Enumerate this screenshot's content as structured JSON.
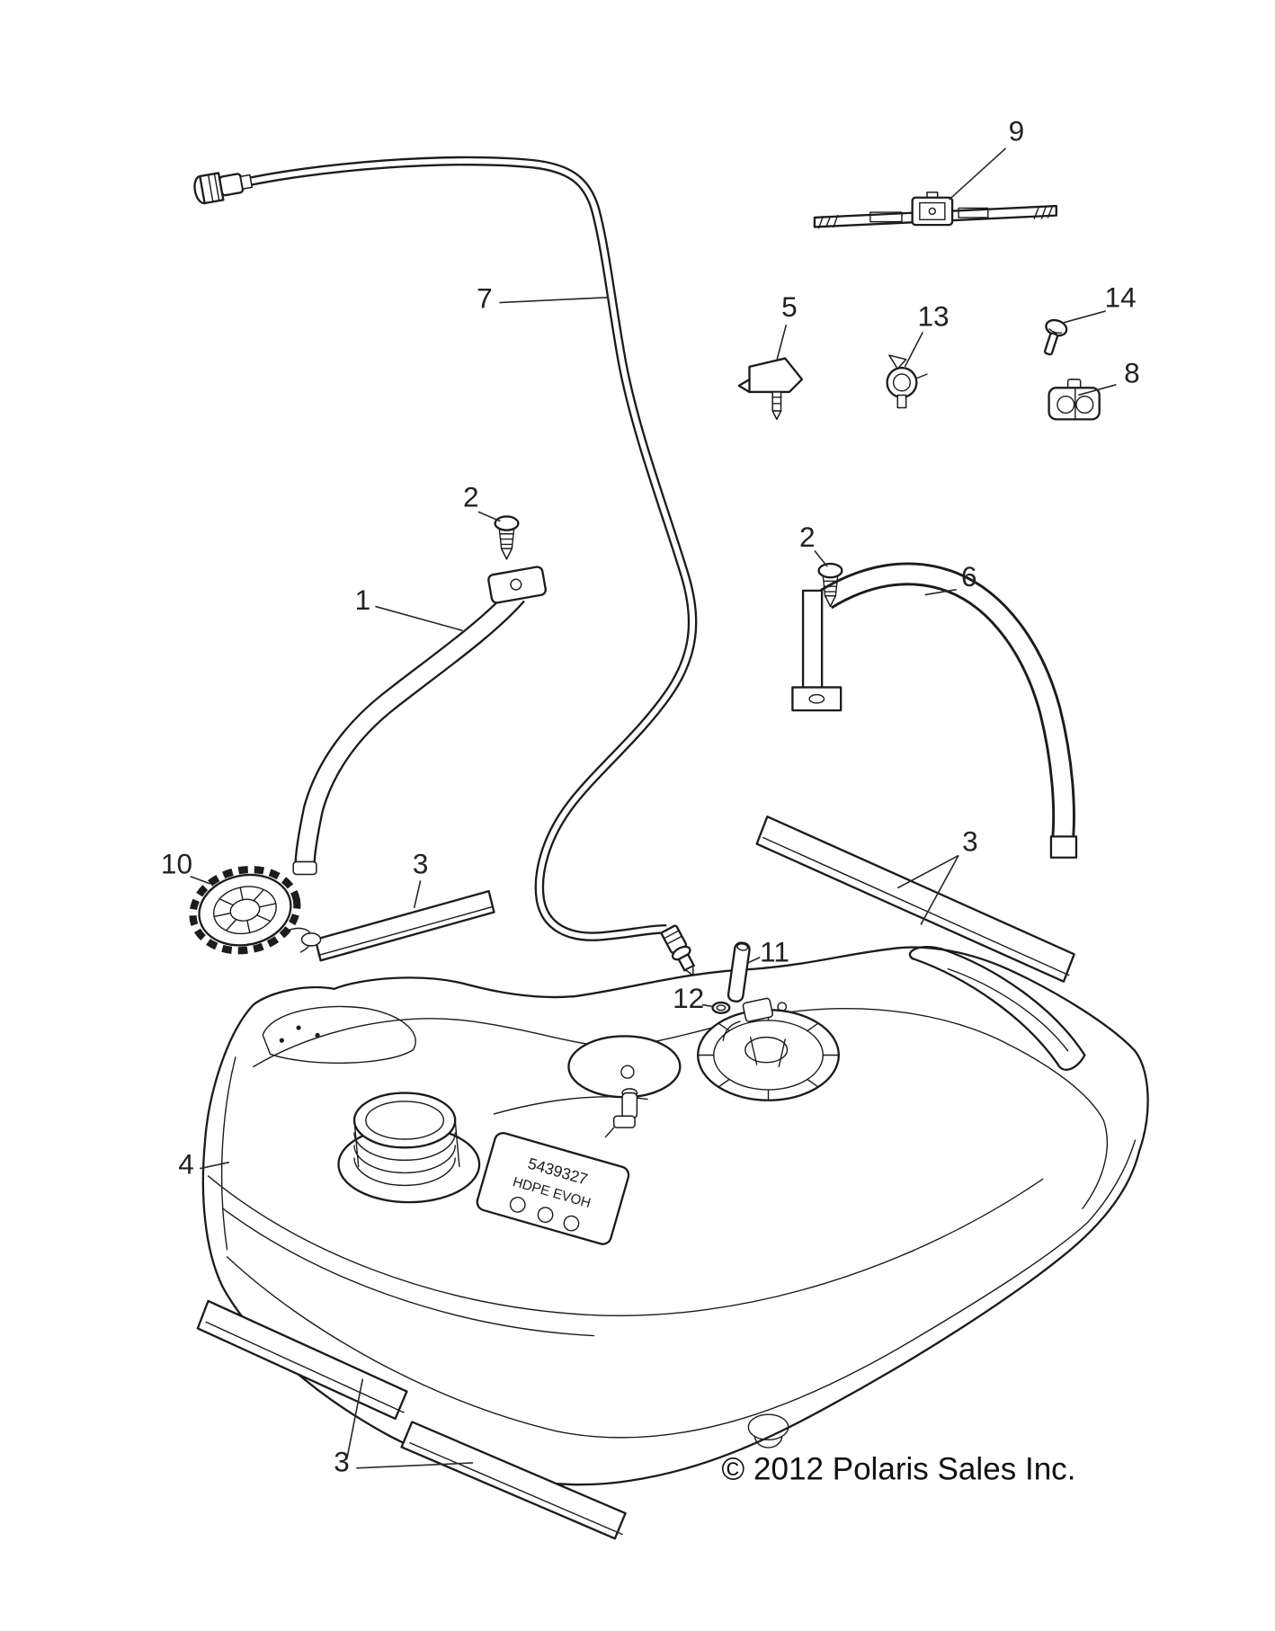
{
  "colors": {
    "ink": "#1c1c1c",
    "paper": "#ffffff"
  },
  "callouts": [
    {
      "part": "strap-front",
      "label": "1"
    },
    {
      "part": "rivet-front",
      "label": "2"
    },
    {
      "part": "rivet-rear",
      "label": "2"
    },
    {
      "part": "foam-strip-left",
      "label": "3"
    },
    {
      "part": "foam-strip-right",
      "label": "3"
    },
    {
      "part": "foam-strip-bottom",
      "label": "3"
    },
    {
      "part": "fuel-tank",
      "label": "4"
    },
    {
      "part": "push-clip",
      "label": "5"
    },
    {
      "part": "strap-rear",
      "label": "6"
    },
    {
      "part": "fuel-hose",
      "label": "7"
    },
    {
      "part": "line-clip",
      "label": "8"
    },
    {
      "part": "hose-assembly",
      "label": "9"
    },
    {
      "part": "fuel-cap",
      "label": "10"
    },
    {
      "part": "vent-tube",
      "label": "11"
    },
    {
      "part": "o-ring",
      "label": "12"
    },
    {
      "part": "hose-clamp",
      "label": "13"
    },
    {
      "part": "screw",
      "label": "14"
    }
  ],
  "tank_label": {
    "line1": "5439327",
    "line2": "HDPE EVOH"
  },
  "copyright": "© 2012 Polaris Sales Inc."
}
